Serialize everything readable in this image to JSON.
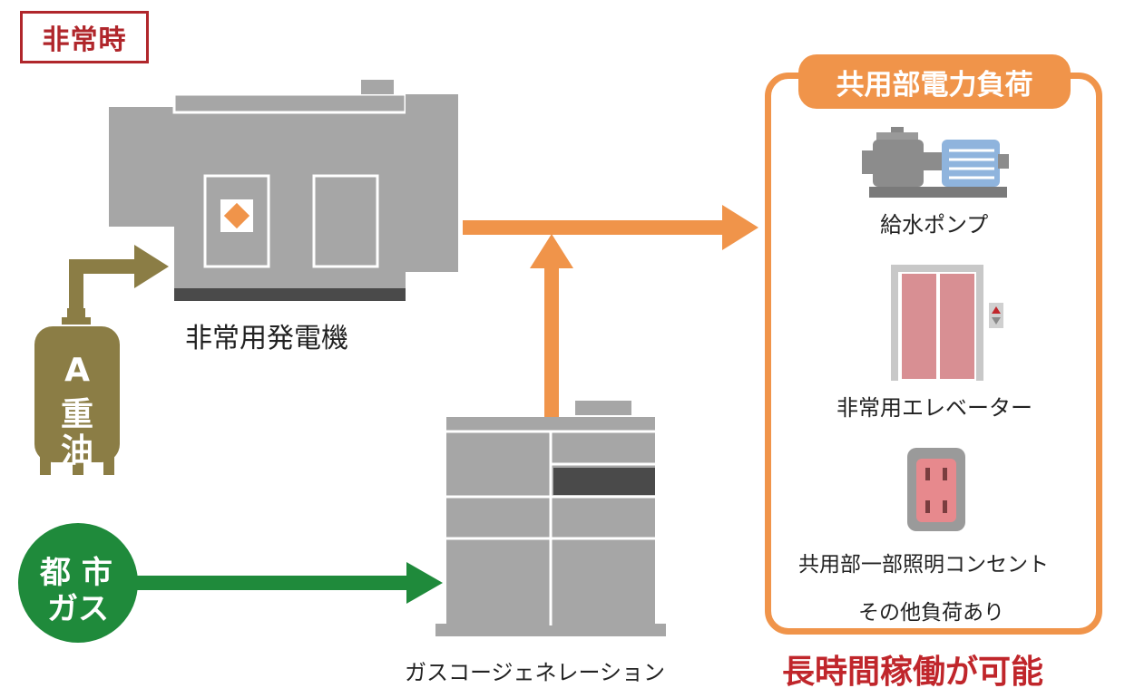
{
  "mode_label": "非常時",
  "generator": {
    "label": "非常用発電機"
  },
  "fuel_tank": {
    "line1": "A",
    "line2": "重",
    "line3": "油"
  },
  "city_gas": {
    "line1": "都 市",
    "line2": "ガス"
  },
  "cogeneration": {
    "label": "ガスコージェネレーション"
  },
  "loads": {
    "title": "共用部電力負荷",
    "items": [
      {
        "label": "給水ポンプ",
        "icon": "water-pump-icon"
      },
      {
        "label": "非常用エレベーター",
        "icon": "elevator-icon"
      },
      {
        "label": "共用部一部照明コンセント",
        "icon": "power-outlet-icon"
      }
    ],
    "other": "その他負荷あり"
  },
  "footer_note": "長時間稼働が可能",
  "colors": {
    "accent_orange": "#f0944a",
    "fuel_olive": "#8b7d45",
    "gas_green": "#1f8a3b",
    "alert_red": "#b0262b",
    "machine_gray": "#a6a6a6"
  }
}
